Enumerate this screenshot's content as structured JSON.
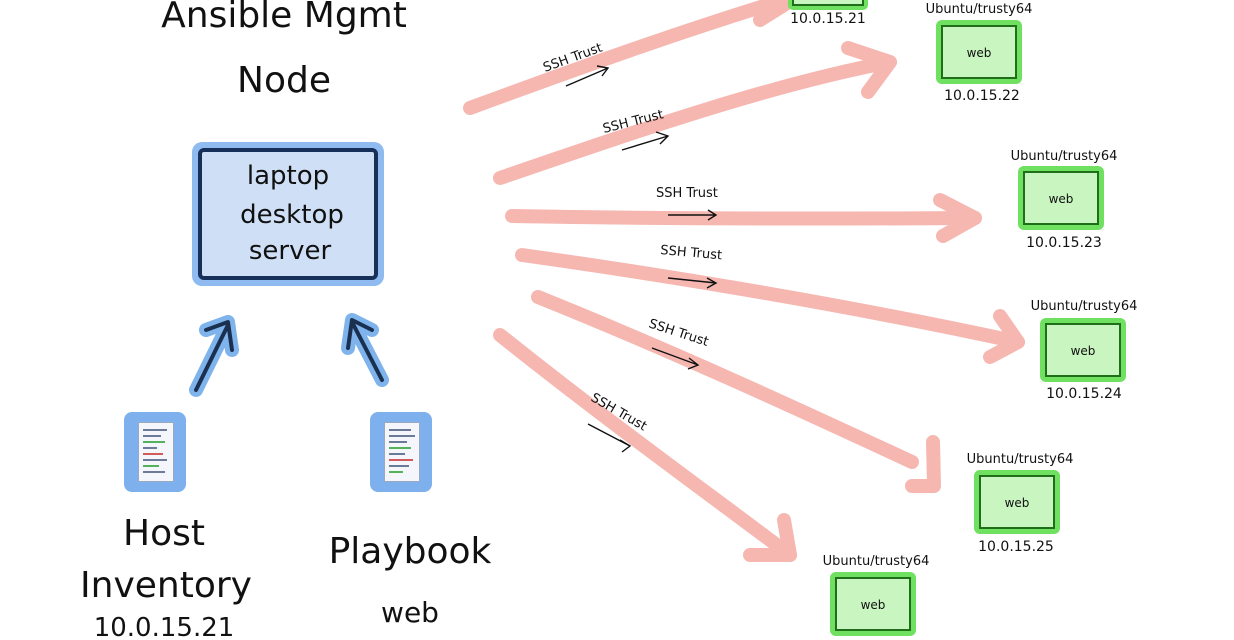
{
  "mgmt": {
    "title_line1": "Ansible Mgmt",
    "title_line2": "Node",
    "box_lines": [
      "laptop",
      "desktop",
      "server"
    ]
  },
  "inventory": {
    "label_line1": "Host",
    "label_line2": "Inventory",
    "ip": "10.0.15.21"
  },
  "playbook": {
    "label": "Playbook",
    "group": "web"
  },
  "connections": [
    {
      "label": "SSH Trust"
    },
    {
      "label": "SSH Trust"
    },
    {
      "label": "SSH Trust"
    },
    {
      "label": "SSH Trust"
    },
    {
      "label": "SSH Trust"
    },
    {
      "label": "SSH Trust"
    }
  ],
  "hosts": [
    {
      "os": "",
      "role": "",
      "ip": "10.0.15.21"
    },
    {
      "os": "Ubuntu/trusty64",
      "role": "web",
      "ip": "10.0.15.22"
    },
    {
      "os": "Ubuntu/trusty64",
      "role": "web",
      "ip": "10.0.15.23"
    },
    {
      "os": "Ubuntu/trusty64",
      "role": "web",
      "ip": "10.0.15.24"
    },
    {
      "os": "Ubuntu/trusty64",
      "role": "web",
      "ip": "10.0.15.25"
    },
    {
      "os": "Ubuntu/trusty64",
      "role": "web",
      "ip": ""
    }
  ],
  "colors": {
    "mgmt_box_fill": "#cfe0f6",
    "mgmt_box_stroke": "#17305a",
    "mgmt_box_glow": "#8fbbf0",
    "host_fill": "#c8f5c0",
    "host_stroke": "#1f6e1a",
    "host_glow": "#6fe060",
    "ssh_arrow": "#f6b7b1",
    "up_arrow_glow": "#7fb3ec",
    "up_arrow_stroke": "#1a3050"
  }
}
